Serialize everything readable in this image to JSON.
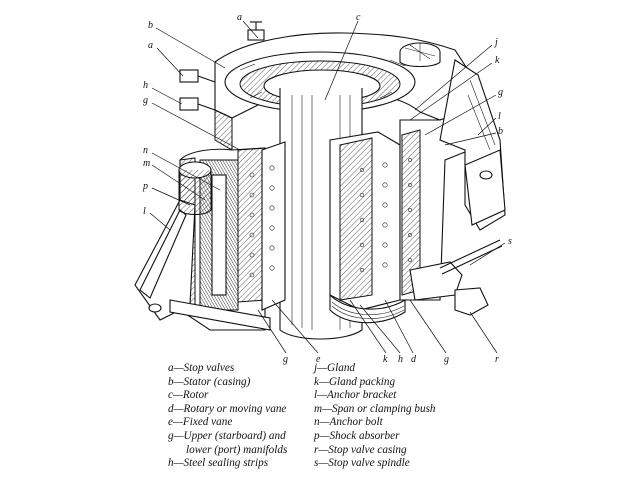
{
  "callouts": {
    "a_top": "a",
    "c_top": "c",
    "b_left": "b",
    "a_left": "a",
    "h_left": "h",
    "g_left": "g",
    "n_left": "n",
    "m_left": "m",
    "p_left": "p",
    "l_left": "l",
    "j_right": "j",
    "k_right": "k",
    "g_right": "g",
    "l_right": "l",
    "b_right": "b",
    "s_right": "s",
    "g_bot1": "g",
    "e_bot": "e",
    "k_bot": "k",
    "h_bot": "h",
    "d_bot": "d",
    "g_bot2": "g",
    "r_bot": "r"
  },
  "legend": {
    "left": [
      "a—Stop valves",
      "b—Stator (casing)",
      "c—Rotor",
      "d—Rotary or moving vane",
      "e—Fixed vane",
      "g—Upper (starboard) and",
      "lower (port) manifolds",
      "h—Steel sealing strips"
    ],
    "right": [
      "j—Gland",
      "k—Gland packing",
      "l—Anchor bracket",
      "m—Span or clamping bush",
      "n—Anchor bolt",
      "p—Shock absorber",
      "r—Stop valve casing",
      "s—Stop valve spindle"
    ]
  }
}
